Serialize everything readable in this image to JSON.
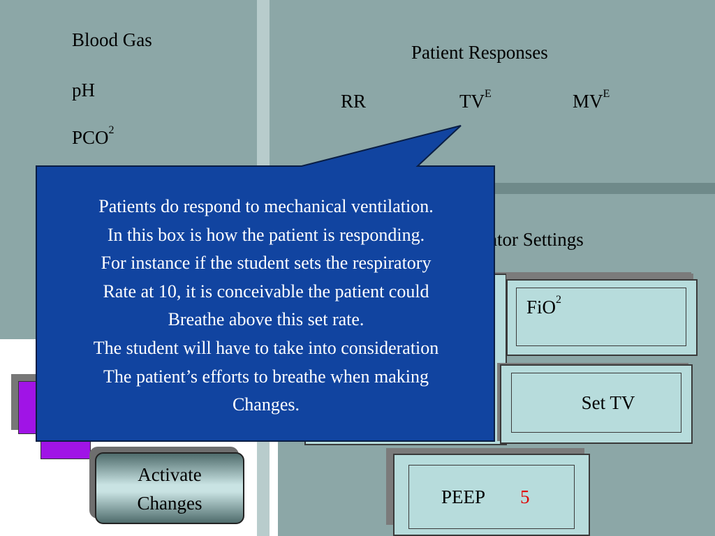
{
  "blood_gas": {
    "title": "Blood Gas",
    "ph_label": "pH",
    "pco_label": "PCO",
    "pco_sup": "2"
  },
  "responses": {
    "title": "Patient Responses",
    "rr_label": "RR",
    "tv_label": "TV",
    "tv_sup": "E",
    "mv_label": "MV",
    "mv_sup": "E"
  },
  "settings": {
    "title_visible": "ator Settings",
    "fio_label": "FiO",
    "fio_sup": "2",
    "set_tv_label": "Set TV",
    "set_tv_hidden_label": "Set TV",
    "peep_label": "PEEP",
    "peep_value": "5"
  },
  "activate": {
    "line1": "Activate",
    "line2": "Changes"
  },
  "callout": {
    "lines": [
      "Patients do respond to mechanical ventilation.",
      "In this box is how the patient is responding.",
      "For instance if the student sets the respiratory",
      "Rate at 10, it is conceivable the patient could",
      "Breathe above this set rate.",
      "The student will have to take into consideration",
      "The patient’s efforts to breathe when making",
      "Changes."
    ]
  },
  "colors": {
    "panel": "#8ca7a7",
    "button_face": "#b7dcdc",
    "callout_fill": "#1144a0",
    "purple": "#a014e6",
    "peep_value": "#e00000"
  }
}
